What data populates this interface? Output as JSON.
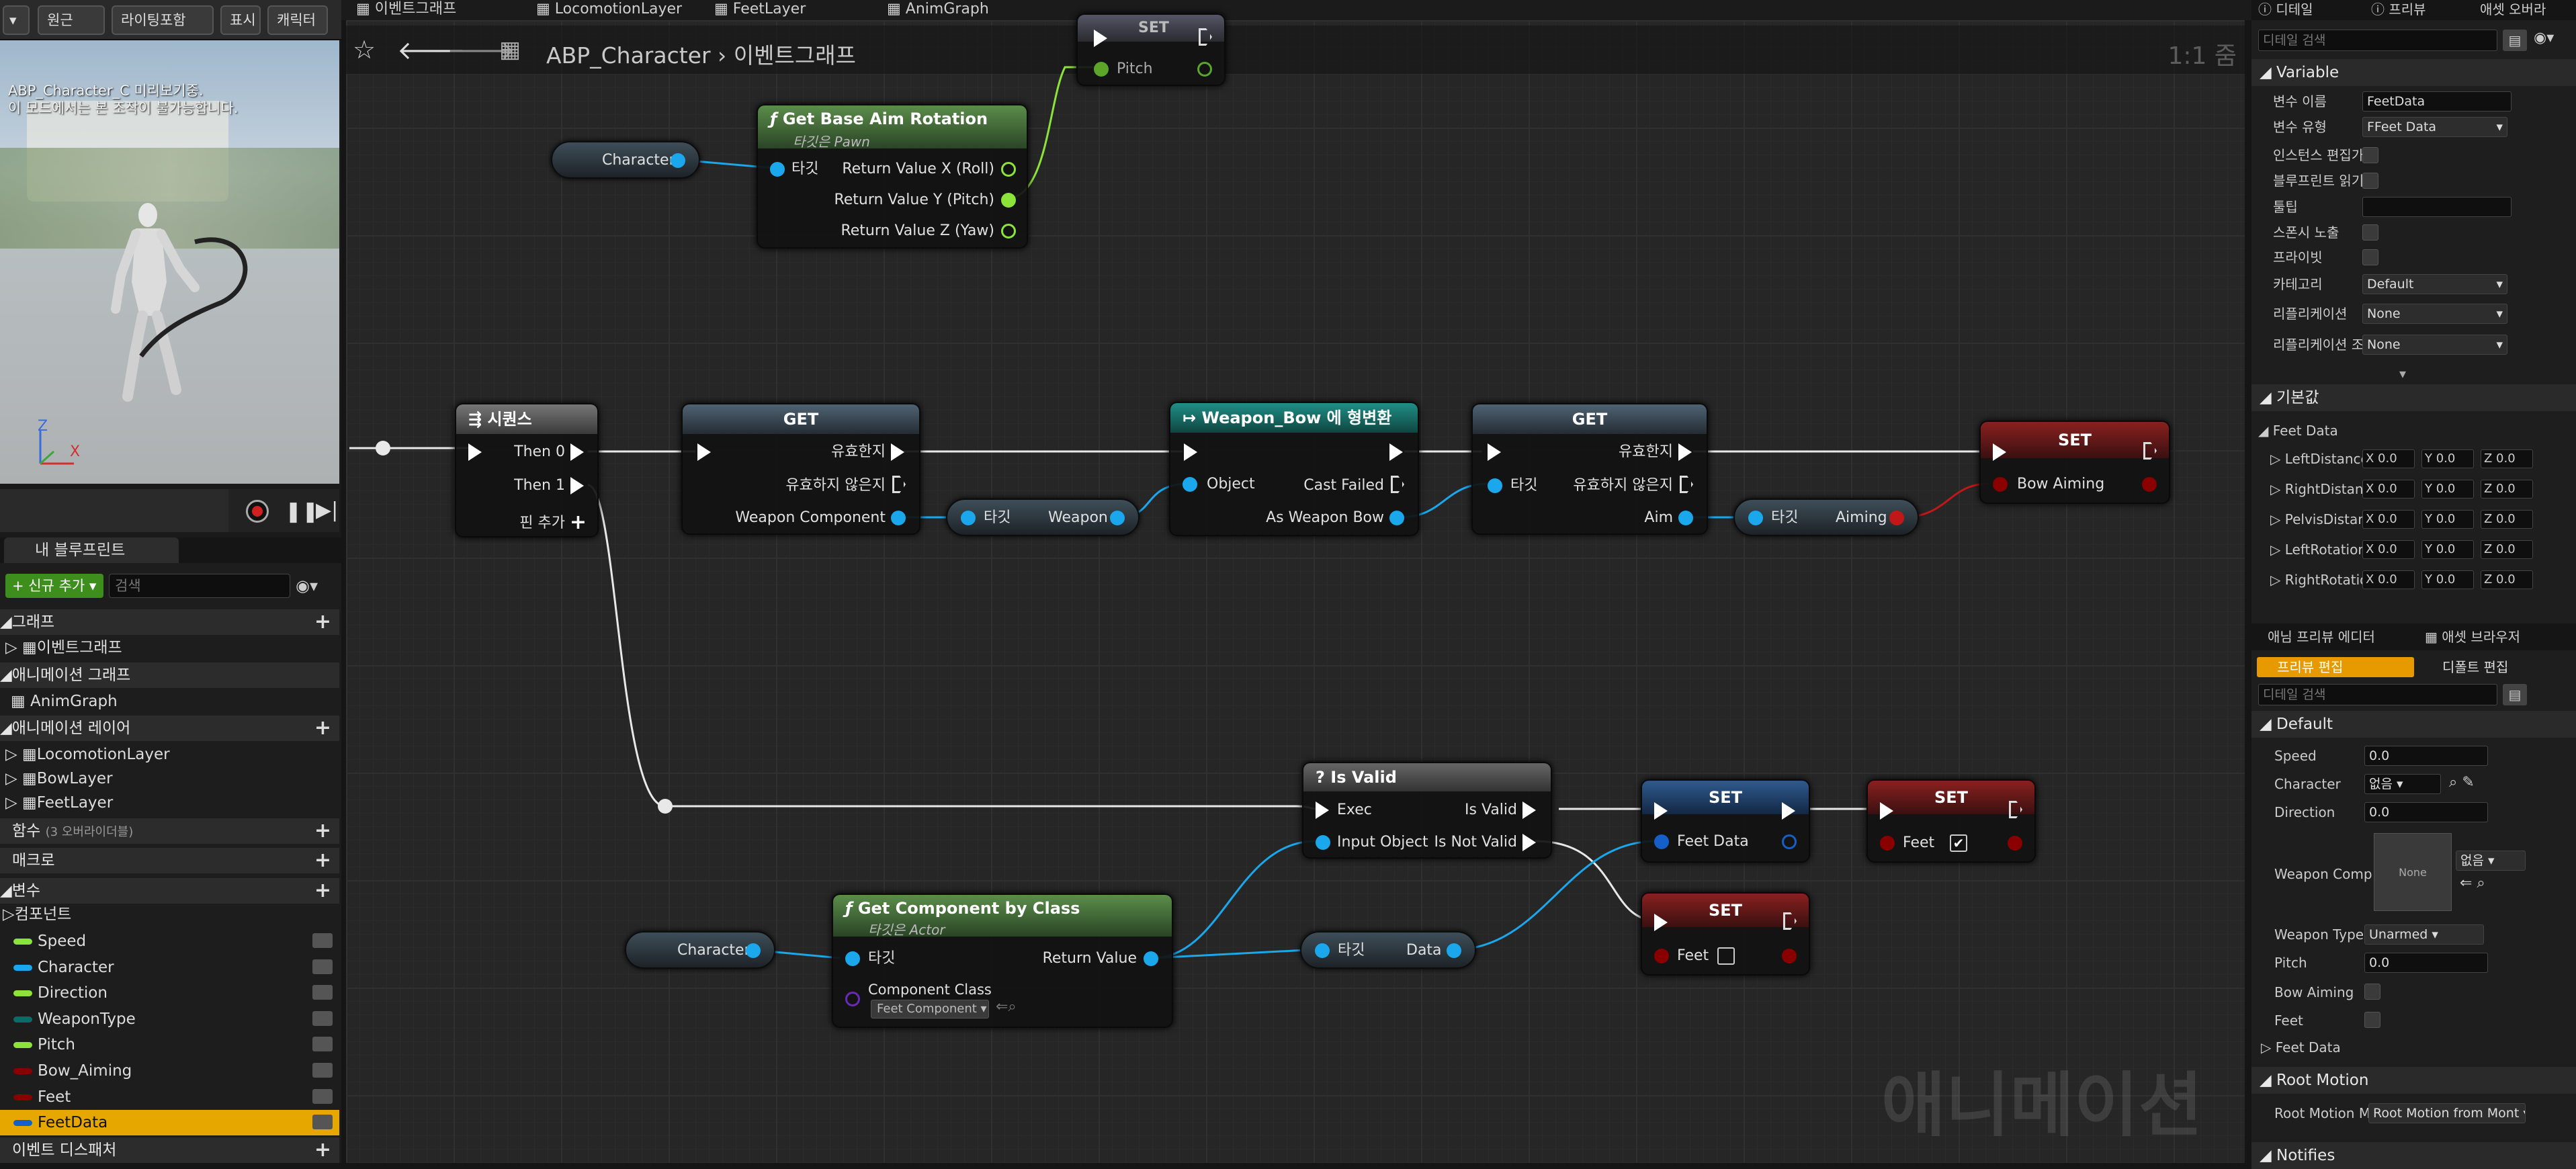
{
  "viewport": {
    "buttons": [
      "원근",
      "라이팅포함",
      "표시",
      "캐릭터"
    ],
    "info_line1": "ABP_Character_C 미리보기중.",
    "info_line2": "이 모드에서는 본 조작이 불가능합니다.",
    "axis_z": "Z",
    "axis_x": "X"
  },
  "tabs": [
    "이벤트그래프",
    "LocomotionLayer",
    "FeetLayer",
    "AnimGraph"
  ],
  "breadcrumb": {
    "asset": "ABP_Character",
    "graph": "이벤트그래프",
    "zoom": "1:1 줌"
  },
  "my_blueprint": {
    "tab_label": "내 블루프린트",
    "add_new": "신규 추가",
    "search_placeholder": "검색",
    "graphs_header": "그래프",
    "graphs": [
      "이벤트그래프"
    ],
    "anim_graphs_header": "애니메이션 그래프",
    "anim_graphs": [
      "AnimGraph"
    ],
    "anim_layers_header": "애니메이션 레이어",
    "anim_layers": [
      "LocomotionLayer",
      "BowLayer",
      "FeetLayer"
    ],
    "functions_header": "함수",
    "functions_override": "(3 오버라이더블)",
    "macros_header": "매크로",
    "variables_header": "변수",
    "components_header": "컴포넌트",
    "variables": [
      {
        "name": "Speed",
        "color": "#8ce43a"
      },
      {
        "name": "Character",
        "color": "#1aa7ec"
      },
      {
        "name": "Direction",
        "color": "#8ce43a"
      },
      {
        "name": "WeaponType",
        "color": "#0b6b66"
      },
      {
        "name": "Pitch",
        "color": "#8ce43a"
      },
      {
        "name": "Bow_Aiming",
        "color": "#8a0000"
      },
      {
        "name": "Feet",
        "color": "#8a0000"
      },
      {
        "name": "FeetData",
        "color": "#1560c8"
      }
    ],
    "dispatchers_header": "이벤트 디스패처"
  },
  "nodes": {
    "top_set": {
      "title": "SET",
      "pin": "Pitch"
    },
    "aim_rotation": {
      "title": "Get Base Aim Rotation",
      "subtitle": "타깃은 Pawn",
      "target": "타깃",
      "out_x": "Return Value X (Roll)",
      "out_y": "Return Value Y (Pitch)",
      "out_z": "Return Value Z (Yaw)"
    },
    "character_getter_1": {
      "label": "Character"
    },
    "sequence": {
      "title": "시퀀스",
      "then0": "Then 0",
      "then1": "Then 1",
      "add_pin": "핀 추가"
    },
    "get_weapon": {
      "title": "GET",
      "valid": "유효한지",
      "invalid": "유효하지 않은지",
      "out": "Weapon Component"
    },
    "weapon_getter": {
      "target": "타깃",
      "label": "Weapon"
    },
    "cast": {
      "title": "Weapon_Bow 에 형변환",
      "object": "Object",
      "failed": "Cast Failed",
      "out": "As Weapon Bow"
    },
    "get_aim": {
      "title": "GET",
      "target": "타깃",
      "valid": "유효한지",
      "invalid": "유효하지 않은지",
      "out": "Aim"
    },
    "aiming_getter": {
      "target": "타깃",
      "label": "Aiming"
    },
    "set_bow": {
      "title": "SET",
      "pin": "Bow Aiming"
    },
    "is_valid": {
      "title": "Is Valid",
      "exec": "Exec",
      "input": "Input Object",
      "valid": "Is Valid",
      "not_valid": "Is Not Valid"
    },
    "set_feetdata": {
      "title": "SET",
      "pin": "Feet Data"
    },
    "set_feet_true": {
      "title": "SET",
      "pin": "Feet"
    },
    "set_feet_false": {
      "title": "SET",
      "pin": "Feet"
    },
    "character_getter_2": {
      "label": "Character"
    },
    "get_component": {
      "title": "Get Component by Class",
      "subtitle": "타깃은 Actor",
      "target": "타깃",
      "out": "Return Value",
      "class_label": "Component Class",
      "class_value": "Feet Component"
    },
    "data_getter": {
      "target": "타깃",
      "label": "Data"
    }
  },
  "watermark": "애니메이션",
  "details": {
    "tab1": "디테일",
    "tab2": "프리뷰",
    "tab3": "애셋 오버라",
    "search": "디테일 검색",
    "variable_header": "Variable",
    "rows": [
      {
        "label": "변수 이름",
        "value": "FeetData"
      },
      {
        "label": "변수 유형",
        "value": "FFeet Data"
      },
      {
        "label": "인스턴스 편집가"
      },
      {
        "label": "블루프린트 읽기"
      },
      {
        "label": "툴팁",
        "value": ""
      },
      {
        "label": "스폰시 노출"
      },
      {
        "label": "프라이빗"
      },
      {
        "label": "카테고리",
        "value": "Default"
      },
      {
        "label": "리플리케이션",
        "value": "None"
      },
      {
        "label": "리플리케이션 조",
        "value": "None"
      }
    ],
    "default_header": "기본값",
    "feet_data": "Feet Data",
    "vectors": [
      "LeftDistance",
      "RightDistanc",
      "PelvisDistan",
      "LeftRotation",
      "RightRotatio"
    ],
    "vec_x": "X 0.0",
    "vec_y": "Y 0.0",
    "vec_z": "Z 0.0"
  },
  "preview": {
    "tab1": "애님 프리뷰 에디터",
    "tab2": "애셋 브라우저",
    "btn_preview": "프리뷰 편집",
    "btn_default": "디폴트 편집",
    "search": "디테일 검색",
    "default_header": "Default",
    "speed": {
      "label": "Speed",
      "value": "0.0"
    },
    "character": {
      "label": "Character",
      "value": "없음"
    },
    "direction": {
      "label": "Direction",
      "value": "0.0"
    },
    "weapon_comp": {
      "label": "Weapon Comp",
      "thumb": "None",
      "value": "없음"
    },
    "weapon_type": {
      "label": "Weapon Type",
      "value": "Unarmed"
    },
    "pitch": {
      "label": "Pitch",
      "value": "0.0"
    },
    "bow_aiming": {
      "label": "Bow Aiming"
    },
    "feet": {
      "label": "Feet"
    },
    "feet_data": "Feet Data",
    "root_motion_header": "Root Motion",
    "root_motion": {
      "label": "Root Motion M",
      "value": "Root Motion from Mont"
    },
    "notifies_header": "Notifies"
  }
}
